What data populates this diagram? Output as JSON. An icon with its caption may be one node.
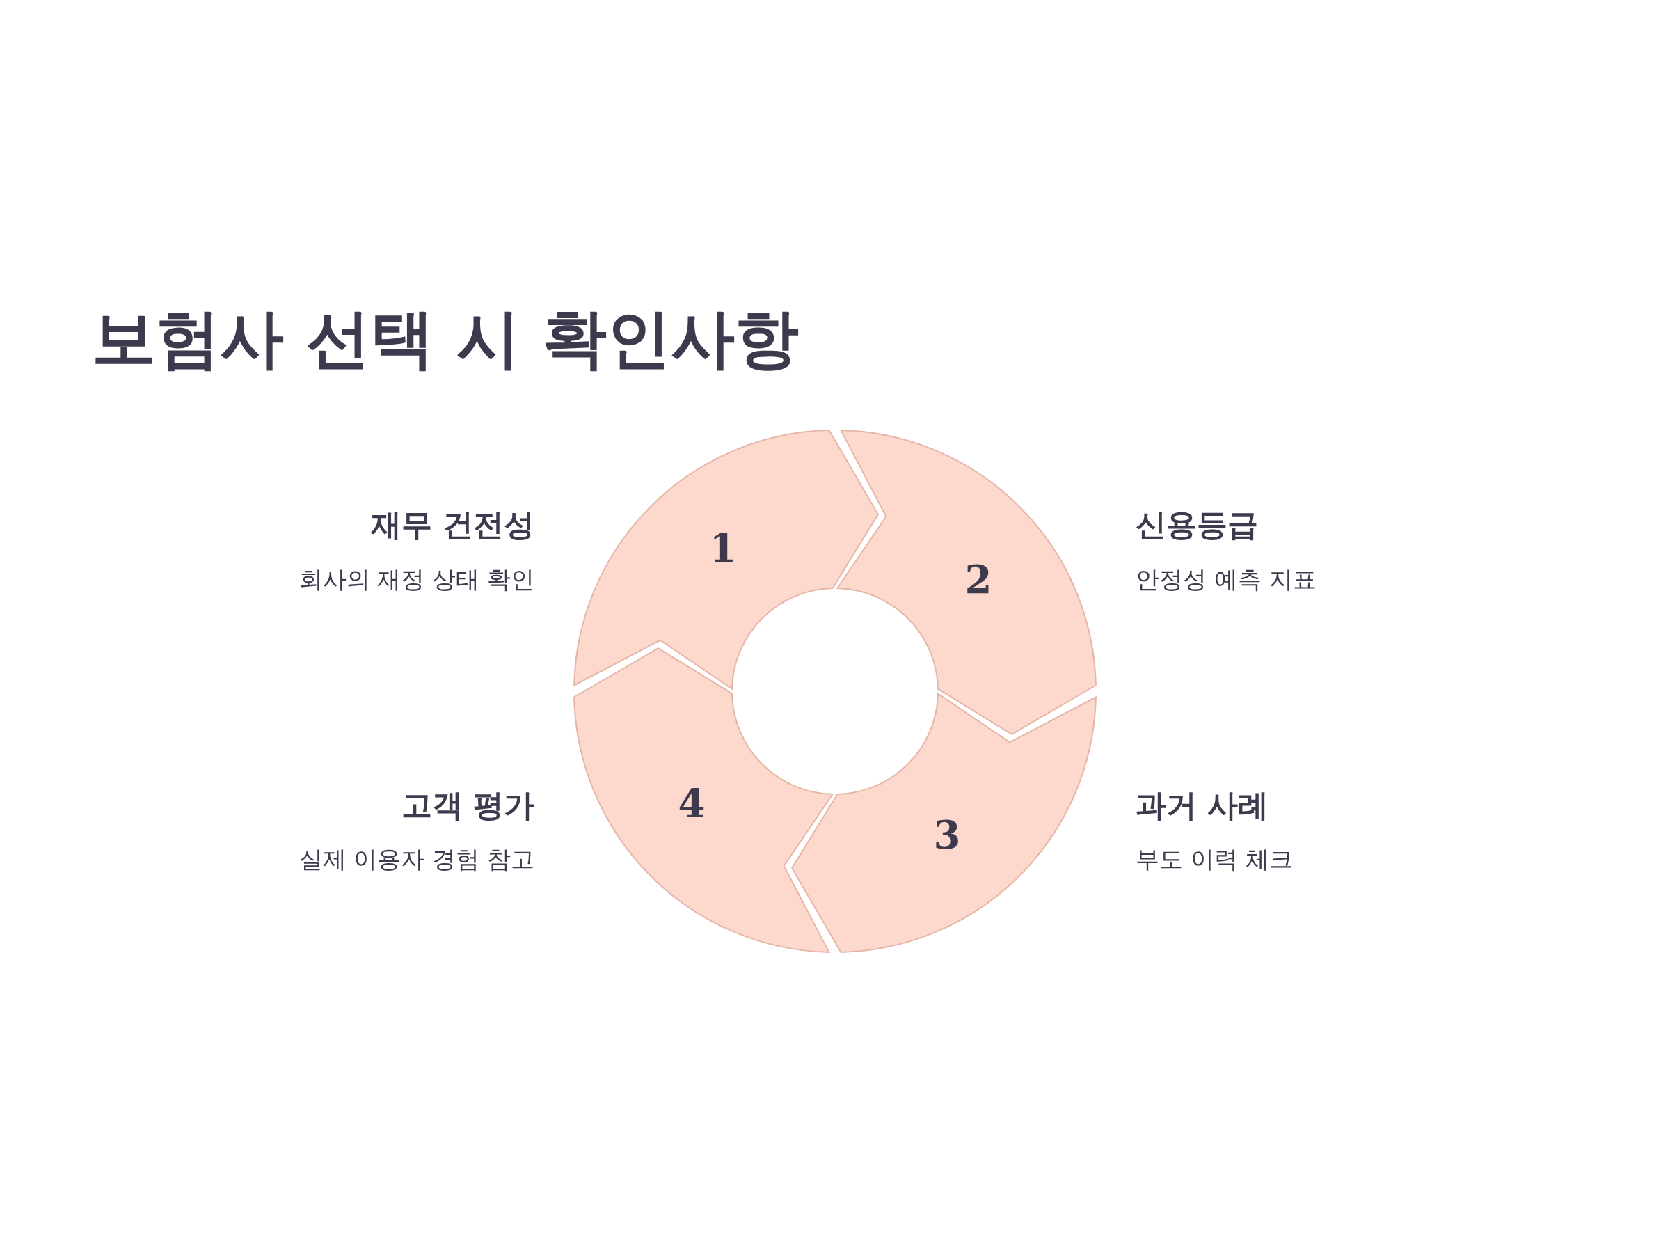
{
  "diagram": {
    "title": "보험사 선택 시 확인사항",
    "nodes": [
      {
        "text": [
          "1"
        ],
        "beside": [
          "재무 건전성",
          "회사의 재정 상태 확인"
        ]
      },
      {
        "text": [
          "2"
        ],
        "beside": [
          "신용등급",
          "안정성 예측 지표"
        ]
      },
      {
        "text": [
          "3"
        ],
        "beside": [
          "과거 사례",
          "부도 이력 체크"
        ]
      },
      {
        "text": [
          "4"
        ],
        "beside": [
          "고객 평가",
          "실제 이용자 경험 참고"
        ]
      }
    ]
  }
}
